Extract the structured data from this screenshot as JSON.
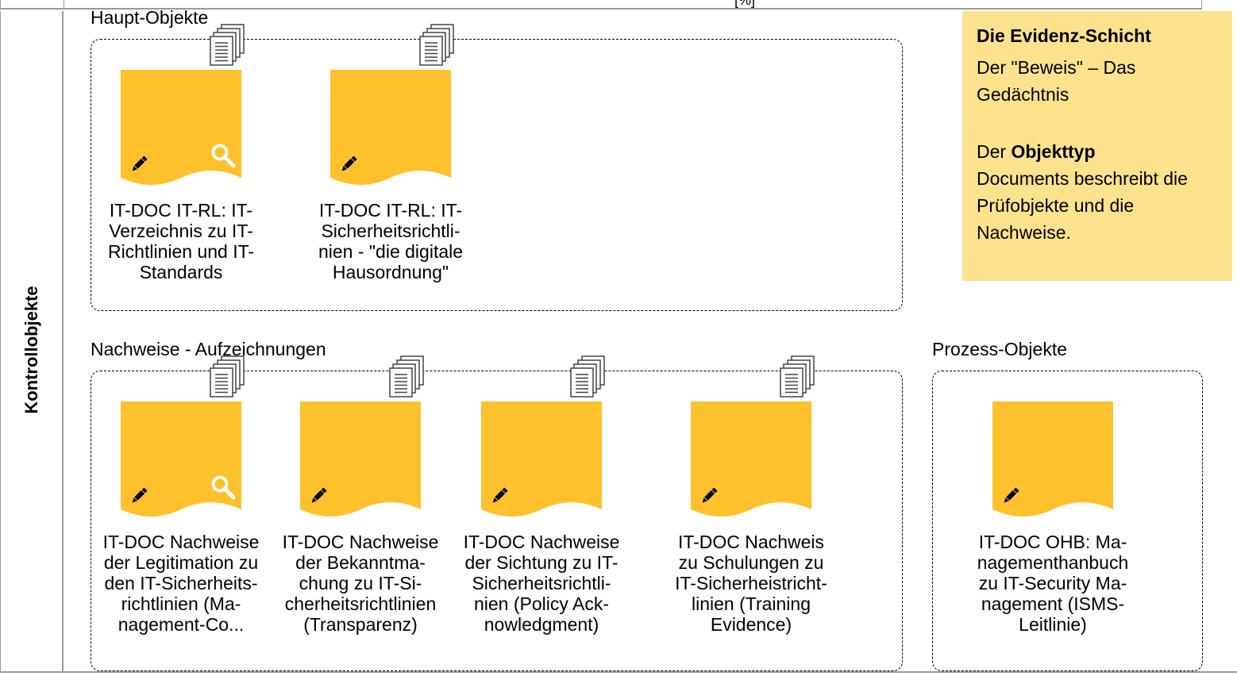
{
  "top_strip": {
    "fragment": "[%]"
  },
  "lane": {
    "title": "Kontrollobjekte"
  },
  "colors": {
    "document": "#fec12b",
    "note": "#fde28e",
    "icon": "#000000",
    "magnifier": "#ffffff"
  },
  "groups": {
    "main": {
      "label": "Haupt-Objekte"
    },
    "records": {
      "label": "Nachweise - Aufzeichnungen"
    },
    "process": {
      "label": "Prozess-Objekte"
    }
  },
  "documents": [
    {
      "lines": [
        "IT-DOC IT-RL: IT-",
        "Verzeichnis zu IT-",
        "Richtlinien und IT-",
        "Standards"
      ],
      "icons": [
        "pencil-icon",
        "magnifier-icon",
        "document-stack-icon"
      ]
    },
    {
      "lines": [
        "IT-DOC IT-RL: IT-",
        "Sicherheitsrichtli-",
        "nien -  \"die digitale",
        "Hausordnung\""
      ],
      "icons": [
        "pencil-icon",
        "document-stack-icon"
      ]
    },
    {
      "lines": [
        "IT-DOC Nachweise",
        "der Legitimation zu",
        "den IT-Sicherheits-",
        "richtlinien (Ma-",
        "nagement-Co..."
      ],
      "icons": [
        "pencil-icon",
        "magnifier-icon",
        "document-stack-icon"
      ]
    },
    {
      "lines": [
        "IT-DOC Nachweise",
        "der Bekanntma-",
        "chung zu IT-Si-",
        "cherheitsrichtlinien",
        "(Transparenz)"
      ],
      "icons": [
        "pencil-icon",
        "document-stack-icon"
      ]
    },
    {
      "lines": [
        "IT-DOC Nachweise",
        "der Sichtung zu IT-",
        "Sicherheitsrichtli-",
        "nien (Policy Ack-",
        "nowledgment)"
      ],
      "icons": [
        "pencil-icon",
        "document-stack-icon"
      ]
    },
    {
      "lines": [
        "IT-DOC Nachweis",
        "zu Schulungen zu",
        "IT-Sicherheistricht-",
        "linien (Training",
        "Evidence)"
      ],
      "icons": [
        "pencil-icon",
        "document-stack-icon"
      ]
    },
    {
      "lines": [
        "IT-DOC OHB: Ma-",
        "nagementhanbuch",
        "zu IT-Security Ma-",
        "nagement (ISMS-",
        "Leitlinie)"
      ],
      "icons": [
        "pencil-icon"
      ]
    }
  ],
  "note": {
    "title": "Die Evidenz-Schicht",
    "line1": "Der \"Beweis\" – Das Gedächtnis",
    "prefix": "Der ",
    "bold": "Objekttyp",
    "body": "Documents  beschreibt die Prüfobjekte und die Nachweise."
  }
}
